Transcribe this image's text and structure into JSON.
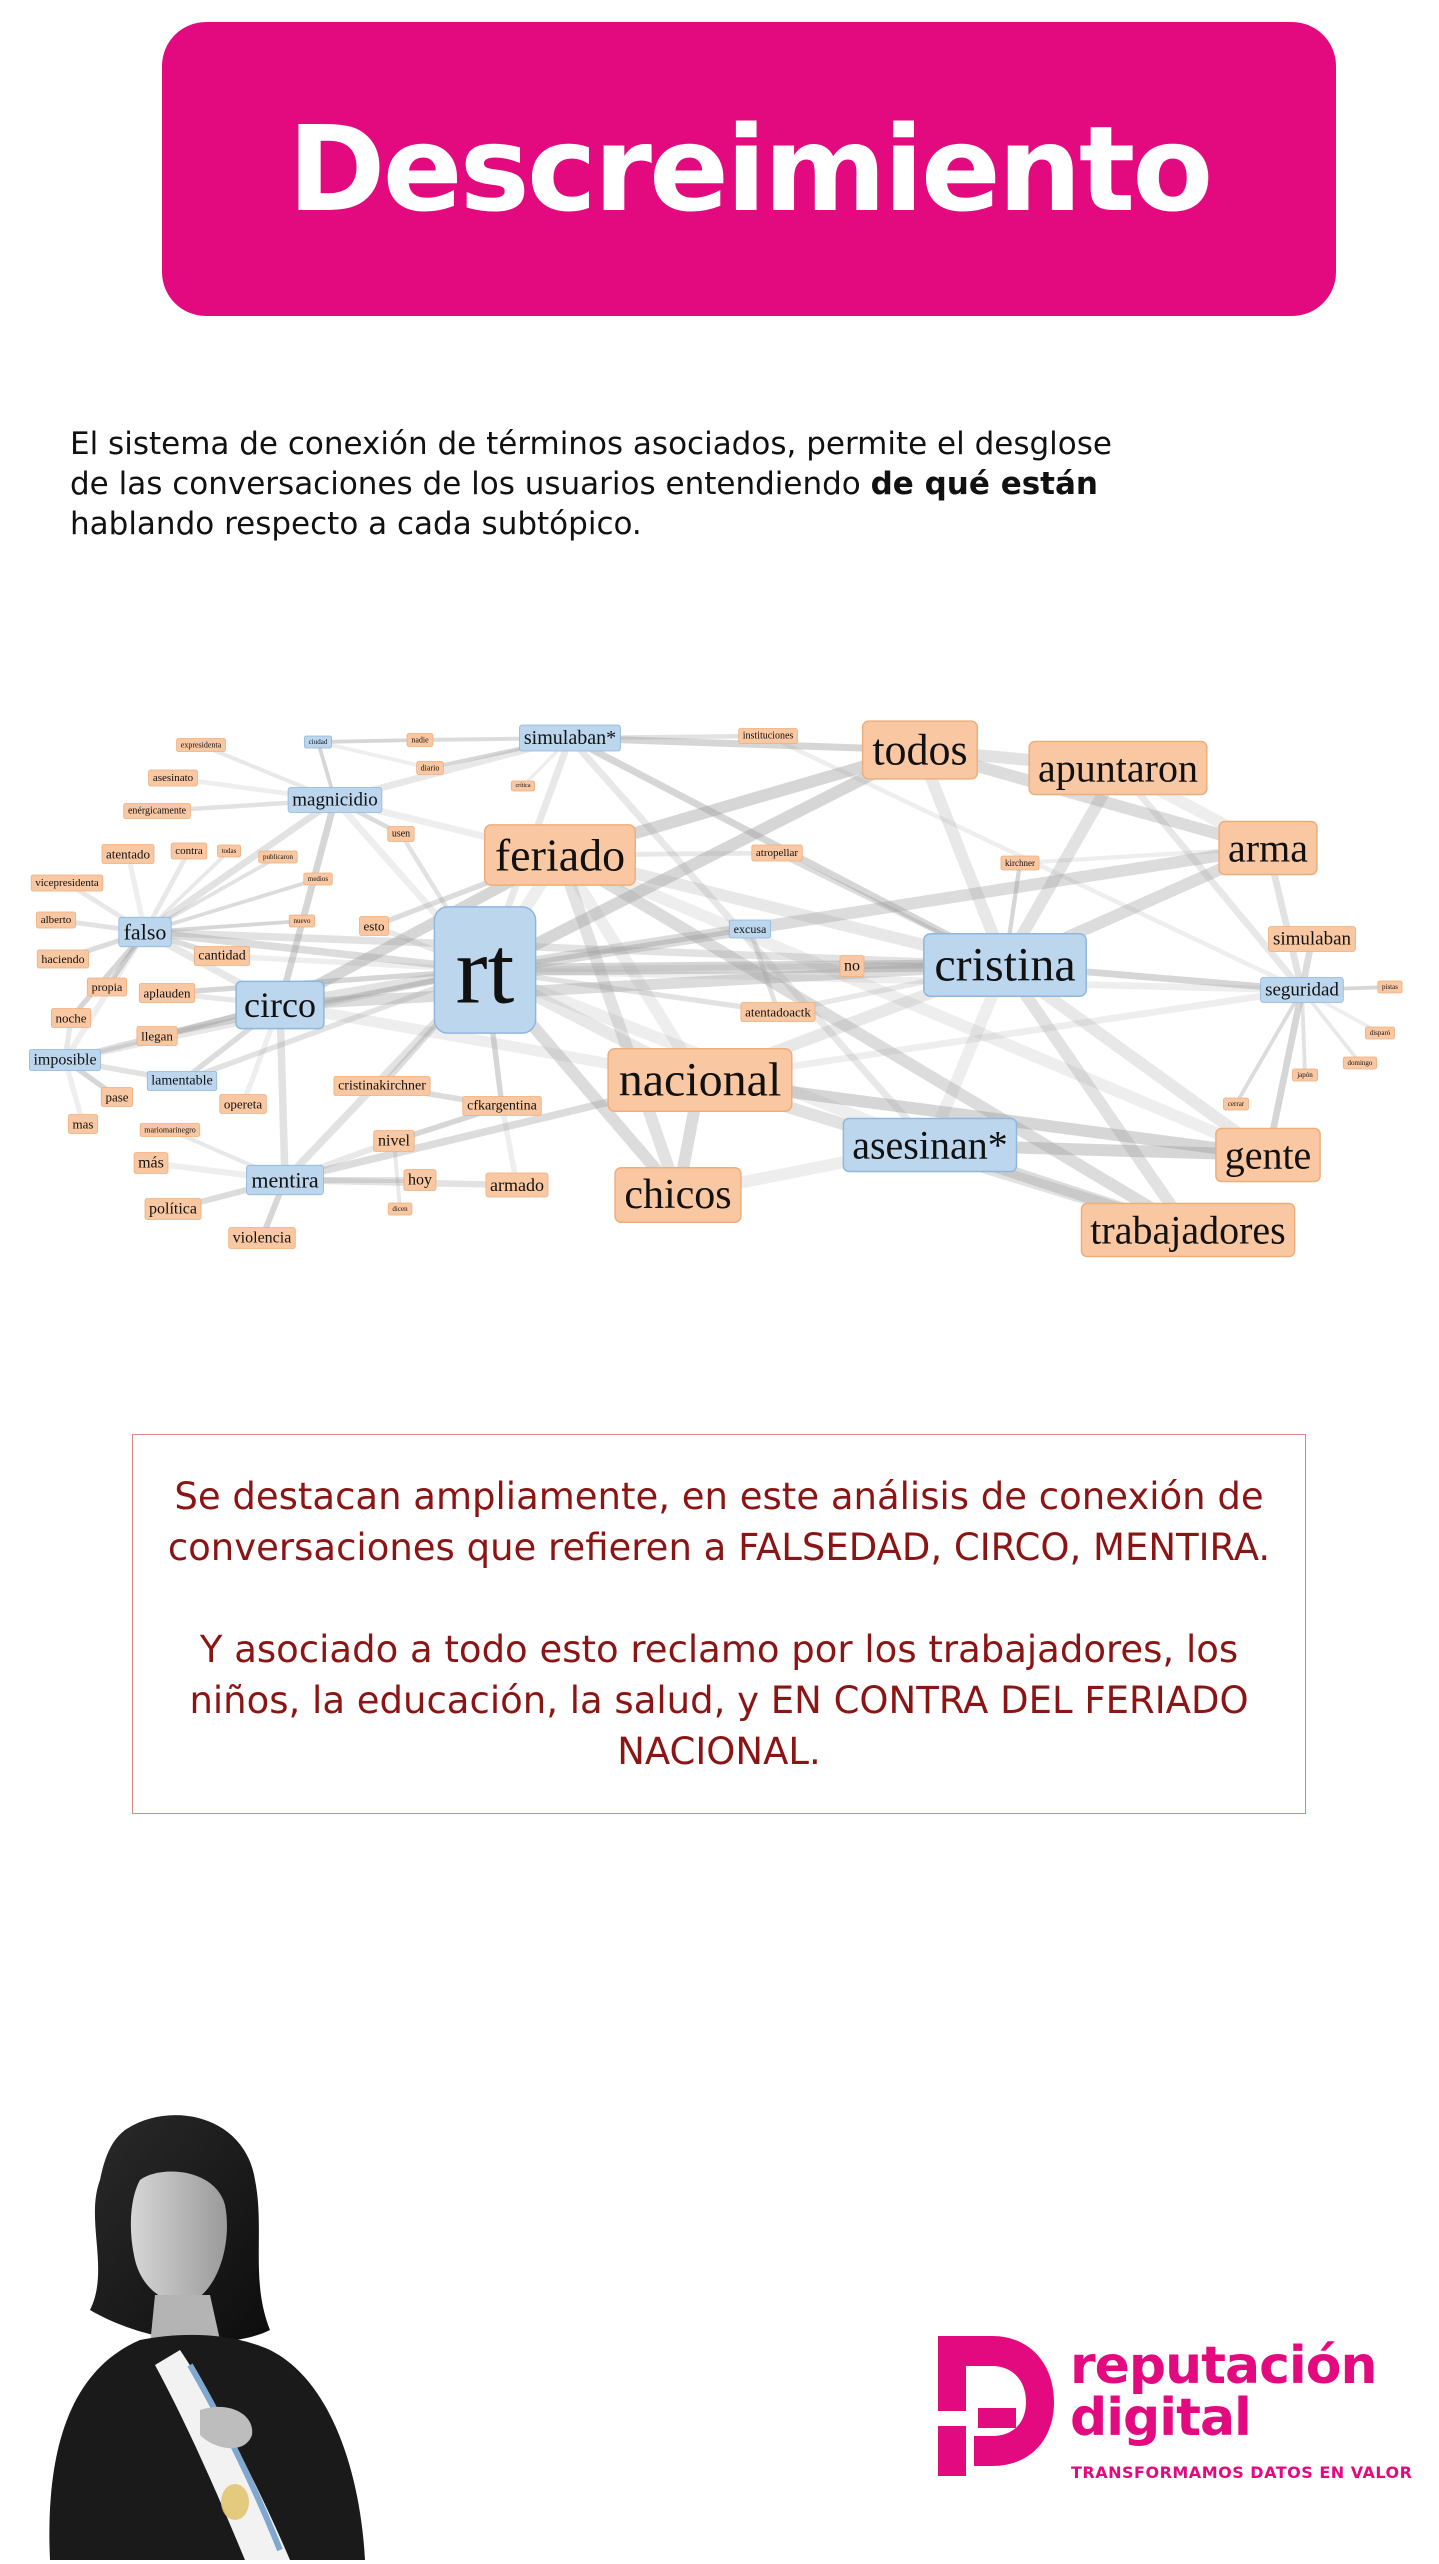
{
  "title": "Descreimiento",
  "intro": {
    "line1": "El sistema de conexión de términos asociados, permite el desglose",
    "line2_pre": "de las conversaciones de los usuarios entendiendo ",
    "line2_bold": "de qué están",
    "line3": "hablando respecto a cada subtópico."
  },
  "colors": {
    "brand": "#e3097e",
    "node_blue": "#bcd6ee",
    "node_orange": "#f9c8a2",
    "summary_text": "#8b1414"
  },
  "network": {
    "nodes": [
      {
        "id": "rt",
        "label": "rt",
        "type": "blue"
      },
      {
        "id": "cristina",
        "label": "cristina",
        "type": "blue"
      },
      {
        "id": "asesinan",
        "label": "asesinan*",
        "type": "blue"
      },
      {
        "id": "circo",
        "label": "circo",
        "type": "blue"
      },
      {
        "id": "mentira",
        "label": "mentira",
        "type": "blue"
      },
      {
        "id": "falso",
        "label": "falso",
        "type": "blue"
      },
      {
        "id": "magnicidio",
        "label": "magnicidio",
        "type": "blue"
      },
      {
        "id": "simulaban_star",
        "label": "simulaban*",
        "type": "blue"
      },
      {
        "id": "seguridad",
        "label": "seguridad",
        "type": "blue"
      },
      {
        "id": "imposible",
        "label": "imposible",
        "type": "blue"
      },
      {
        "id": "lamentable",
        "label": "lamentable",
        "type": "blue"
      },
      {
        "id": "excusa",
        "label": "excusa",
        "type": "blue"
      },
      {
        "id": "ciudad",
        "label": "ciudad",
        "type": "blue"
      },
      {
        "id": "feriado",
        "label": "feriado",
        "type": "orange"
      },
      {
        "id": "nacional",
        "label": "nacional",
        "type": "orange"
      },
      {
        "id": "todos",
        "label": "todos",
        "type": "orange"
      },
      {
        "id": "apuntaron",
        "label": "apuntaron",
        "type": "orange"
      },
      {
        "id": "arma",
        "label": "arma",
        "type": "orange"
      },
      {
        "id": "chicos",
        "label": "chicos",
        "type": "orange"
      },
      {
        "id": "gente",
        "label": "gente",
        "type": "orange"
      },
      {
        "id": "trabajadores",
        "label": "trabajadores",
        "type": "orange"
      },
      {
        "id": "simulaban",
        "label": "simulaban",
        "type": "orange"
      },
      {
        "id": "no",
        "label": "no",
        "type": "orange"
      },
      {
        "id": "atentadoactk",
        "label": "atentadoactk",
        "type": "orange"
      },
      {
        "id": "cristinakirchner",
        "label": "cristinakirchner",
        "type": "orange"
      },
      {
        "id": "cfkargentina",
        "label": "cfkargentina",
        "type": "orange"
      },
      {
        "id": "nivel",
        "label": "nivel",
        "type": "orange"
      },
      {
        "id": "hoy",
        "label": "hoy",
        "type": "orange"
      },
      {
        "id": "armado",
        "label": "armado",
        "type": "orange"
      },
      {
        "id": "opereta",
        "label": "opereta",
        "type": "orange"
      },
      {
        "id": "mas_accent",
        "label": "más",
        "type": "orange"
      },
      {
        "id": "politica",
        "label": "política",
        "type": "orange"
      },
      {
        "id": "violencia",
        "label": "violencia",
        "type": "orange"
      },
      {
        "id": "llegan",
        "label": "llegan",
        "type": "orange"
      },
      {
        "id": "aplauden",
        "label": "aplauden",
        "type": "orange"
      },
      {
        "id": "cantidad",
        "label": "cantidad",
        "type": "orange"
      },
      {
        "id": "propia",
        "label": "propia",
        "type": "orange"
      },
      {
        "id": "noche",
        "label": "noche",
        "type": "orange"
      },
      {
        "id": "pase",
        "label": "pase",
        "type": "orange"
      },
      {
        "id": "mas",
        "label": "mas",
        "type": "orange"
      },
      {
        "id": "haciendo",
        "label": "haciendo",
        "type": "orange"
      },
      {
        "id": "alberto",
        "label": "alberto",
        "type": "orange"
      },
      {
        "id": "vicepresidenta",
        "label": "vicepresidenta",
        "type": "orange"
      },
      {
        "id": "atentado",
        "label": "atentado",
        "type": "orange"
      },
      {
        "id": "contra",
        "label": "contra",
        "type": "orange"
      },
      {
        "id": "todas",
        "label": "todas",
        "type": "orange"
      },
      {
        "id": "publicaron",
        "label": "publicaron",
        "type": "orange"
      },
      {
        "id": "energicamente",
        "label": "enérgicamente",
        "type": "orange"
      },
      {
        "id": "asesinato",
        "label": "asesinato",
        "type": "orange"
      },
      {
        "id": "expresidenta",
        "label": "expresidenta",
        "type": "orange"
      },
      {
        "id": "nadie",
        "label": "nadie",
        "type": "orange"
      },
      {
        "id": "diario",
        "label": "diario",
        "type": "orange"
      },
      {
        "id": "critica",
        "label": "crítica",
        "type": "orange"
      },
      {
        "id": "usen",
        "label": "usen",
        "type": "orange"
      },
      {
        "id": "medios",
        "label": "medios",
        "type": "orange"
      },
      {
        "id": "nuevo",
        "label": "nuevo",
        "type": "orange"
      },
      {
        "id": "esto",
        "label": "esto",
        "type": "orange"
      },
      {
        "id": "instituciones",
        "label": "instituciones",
        "type": "orange"
      },
      {
        "id": "atropellar",
        "label": "atropellar",
        "type": "orange"
      },
      {
        "id": "kirchner",
        "label": "kirchner",
        "type": "orange"
      },
      {
        "id": "mariomarinegro",
        "label": "mariomarinegro",
        "type": "orange"
      },
      {
        "id": "dicen",
        "label": "dicen",
        "type": "orange"
      },
      {
        "id": "pistas",
        "label": "pistas",
        "type": "orange"
      },
      {
        "id": "disparo",
        "label": "disparó",
        "type": "orange"
      },
      {
        "id": "domingo",
        "label": "domingo",
        "type": "orange"
      },
      {
        "id": "japon",
        "label": "japón",
        "type": "orange"
      },
      {
        "id": "cerrar",
        "label": "cerrar",
        "type": "orange"
      }
    ],
    "edges": [
      [
        "rt",
        "feriado"
      ],
      [
        "rt",
        "nacional"
      ],
      [
        "rt",
        "circo"
      ],
      [
        "rt",
        "falso"
      ],
      [
        "rt",
        "cristina"
      ],
      [
        "rt",
        "magnicidio"
      ],
      [
        "rt",
        "simulaban_star"
      ],
      [
        "rt",
        "mentira"
      ],
      [
        "rt",
        "chicos"
      ],
      [
        "rt",
        "todos"
      ],
      [
        "rt",
        "seguridad"
      ],
      [
        "rt",
        "imposible"
      ],
      [
        "rt",
        "lamentable"
      ],
      [
        "rt",
        "cristinakirchner"
      ],
      [
        "rt",
        "cfkargentina"
      ],
      [
        "rt",
        "asesinan"
      ],
      [
        "rt",
        "no"
      ],
      [
        "rt",
        "atentadoactk"
      ],
      [
        "rt",
        "llegan"
      ],
      [
        "rt",
        "aplauden"
      ],
      [
        "rt",
        "cantidad"
      ],
      [
        "rt",
        "esto"
      ],
      [
        "rt",
        "usen"
      ],
      [
        "rt",
        "arma"
      ],
      [
        "rt",
        "excusa"
      ],
      [
        "feriado",
        "nacional"
      ],
      [
        "feriado",
        "cristina"
      ],
      [
        "feriado",
        "chicos"
      ],
      [
        "feriado",
        "trabajadores"
      ],
      [
        "feriado",
        "todos"
      ],
      [
        "feriado",
        "gente"
      ],
      [
        "nacional",
        "cristina"
      ],
      [
        "nacional",
        "trabajadores"
      ],
      [
        "nacional",
        "chicos"
      ],
      [
        "nacional",
        "gente"
      ],
      [
        "nacional",
        "seguridad"
      ],
      [
        "cristina",
        "todos"
      ],
      [
        "cristina",
        "apuntaron"
      ],
      [
        "cristina",
        "arma"
      ],
      [
        "cristina",
        "seguridad"
      ],
      [
        "cristina",
        "asesinan"
      ],
      [
        "cristina",
        "gente"
      ],
      [
        "cristina",
        "falso"
      ],
      [
        "cristina",
        "circo"
      ],
      [
        "cristina",
        "simulaban_star"
      ],
      [
        "cristina",
        "no"
      ],
      [
        "cristina",
        "atentadoactk"
      ],
      [
        "cristina",
        "trabajadores"
      ],
      [
        "asesinan",
        "trabajadores"
      ],
      [
        "asesinan",
        "gente"
      ],
      [
        "asesinan",
        "chicos"
      ],
      [
        "asesinan",
        "simulaban_star"
      ],
      [
        "todos",
        "apuntaron"
      ],
      [
        "todos",
        "arma"
      ],
      [
        "todos",
        "simulaban_star"
      ],
      [
        "apuntaron",
        "arma"
      ],
      [
        "apuntaron",
        "seguridad"
      ],
      [
        "arma",
        "seguridad"
      ],
      [
        "simulaban",
        "seguridad"
      ],
      [
        "seguridad",
        "pistas"
      ],
      [
        "seguridad",
        "disparo"
      ],
      [
        "seguridad",
        "domingo"
      ],
      [
        "seguridad",
        "japon"
      ],
      [
        "seguridad",
        "cerrar"
      ],
      [
        "seguridad",
        "gente"
      ],
      [
        "seguridad",
        "instituciones"
      ],
      [
        "circo",
        "falso"
      ],
      [
        "circo",
        "mentira"
      ],
      [
        "circo",
        "imposible"
      ],
      [
        "circo",
        "magnicidio"
      ],
      [
        "circo",
        "opereta"
      ],
      [
        "circo",
        "aplauden"
      ],
      [
        "circo",
        "llegan"
      ],
      [
        "circo",
        "lamentable"
      ],
      [
        "circo",
        "feriado"
      ],
      [
        "circo",
        "nacional"
      ],
      [
        "falso",
        "vicepresidenta"
      ],
      [
        "falso",
        "alberto"
      ],
      [
        "falso",
        "haciendo"
      ],
      [
        "falso",
        "propia"
      ],
      [
        "falso",
        "atentado"
      ],
      [
        "falso",
        "contra"
      ],
      [
        "falso",
        "magnicidio"
      ],
      [
        "falso",
        "cantidad"
      ],
      [
        "falso",
        "noche"
      ],
      [
        "falso",
        "imposible"
      ],
      [
        "falso",
        "todas"
      ],
      [
        "falso",
        "publicaron"
      ],
      [
        "falso",
        "medios"
      ],
      [
        "falso",
        "nuevo"
      ],
      [
        "magnicidio",
        "asesinato"
      ],
      [
        "magnicidio",
        "expresidenta"
      ],
      [
        "magnicidio",
        "energicamente"
      ],
      [
        "magnicidio",
        "usen"
      ],
      [
        "magnicidio",
        "ciudad"
      ],
      [
        "magnicidio",
        "feriado"
      ],
      [
        "magnicidio",
        "simulaban_star"
      ],
      [
        "simulaban_star",
        "instituciones"
      ],
      [
        "simulaban_star",
        "nadie"
      ],
      [
        "simulaban_star",
        "diario"
      ],
      [
        "simulaban_star",
        "critica"
      ],
      [
        "mentira",
        "nivel"
      ],
      [
        "mentira",
        "hoy"
      ],
      [
        "mentira",
        "politica"
      ],
      [
        "mentira",
        "violencia"
      ],
      [
        "mentira",
        "mas_accent"
      ],
      [
        "mentira",
        "mariomarinegro"
      ],
      [
        "mentira",
        "armado"
      ],
      [
        "mentira",
        "nacional"
      ],
      [
        "imposible",
        "pase"
      ],
      [
        "imposible",
        "mas"
      ],
      [
        "imposible",
        "noche"
      ],
      [
        "imposible",
        "lamentable"
      ],
      [
        "cristinakirchner",
        "cfkargentina"
      ],
      [
        "cfkargentina",
        "nivel"
      ],
      [
        "cfkargentina",
        "armado"
      ],
      [
        "nivel",
        "dicen"
      ],
      [
        "excusa",
        "atentadoactk"
      ],
      [
        "atropellar",
        "cristina"
      ],
      [
        "kirchner",
        "cristina"
      ],
      [
        "kirchner",
        "arma"
      ],
      [
        "atropellar",
        "feriado"
      ],
      [
        "no",
        "cristina"
      ],
      [
        "esto",
        "feriado"
      ],
      [
        "ciudad",
        "nadie"
      ],
      [
        "diario",
        "ciudad"
      ]
    ]
  },
  "summary": {
    "p1": "Se destacan ampliamente, en este análisis de conexión de conversaciones que refieren a FALSEDAD, CIRCO, MENTIRA.",
    "p2": "Y asociado a todo esto reclamo por los trabajadores, los niños, la educación, la salud, y EN CONTRA DEL FERIADO NACIONAL."
  },
  "logo": {
    "word1": "reputación",
    "word2": "digital",
    "tagline": "TRANSFORMAMOS DATOS EN VALOR"
  }
}
